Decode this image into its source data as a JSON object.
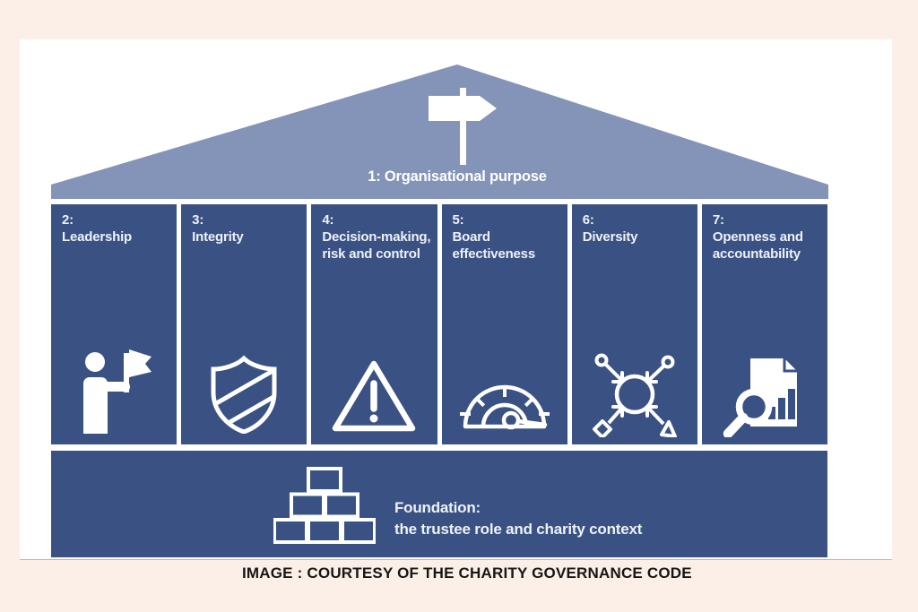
{
  "colors": {
    "background": "#fcefe7",
    "panel": "#ffffff",
    "roof": "#8494b8",
    "pillar": "#3a5183",
    "lighttext": "#eef2f9",
    "captiontext": "#161616"
  },
  "diagram": {
    "roof": {
      "label": "1: Organisational purpose",
      "icon": "signpost-icon"
    },
    "pillars": [
      {
        "number": "2:",
        "lines": [
          "Leadership"
        ],
        "icon": "person-flag-icon"
      },
      {
        "number": "3:",
        "lines": [
          "Integrity"
        ],
        "icon": "shield-icon"
      },
      {
        "number": "4:",
        "lines": [
          "Decision-making,",
          "risk and control"
        ],
        "icon": "warning-triangle-icon"
      },
      {
        "number": "5:",
        "lines": [
          "Board",
          "effectiveness"
        ],
        "icon": "gauge-icon"
      },
      {
        "number": "6:",
        "lines": [
          "Diversity"
        ],
        "icon": "diversity-arrows-icon"
      },
      {
        "number": "7:",
        "lines": [
          "Openness and",
          "accountability"
        ],
        "icon": "magnifier-report-icon"
      }
    ],
    "foundation": {
      "title": "Foundation:",
      "subtitle": "the trustee role and charity context",
      "icon": "bricks-icon"
    }
  },
  "caption": "IMAGE : COURTESY OF THE CHARITY GOVERNANCE CODE"
}
